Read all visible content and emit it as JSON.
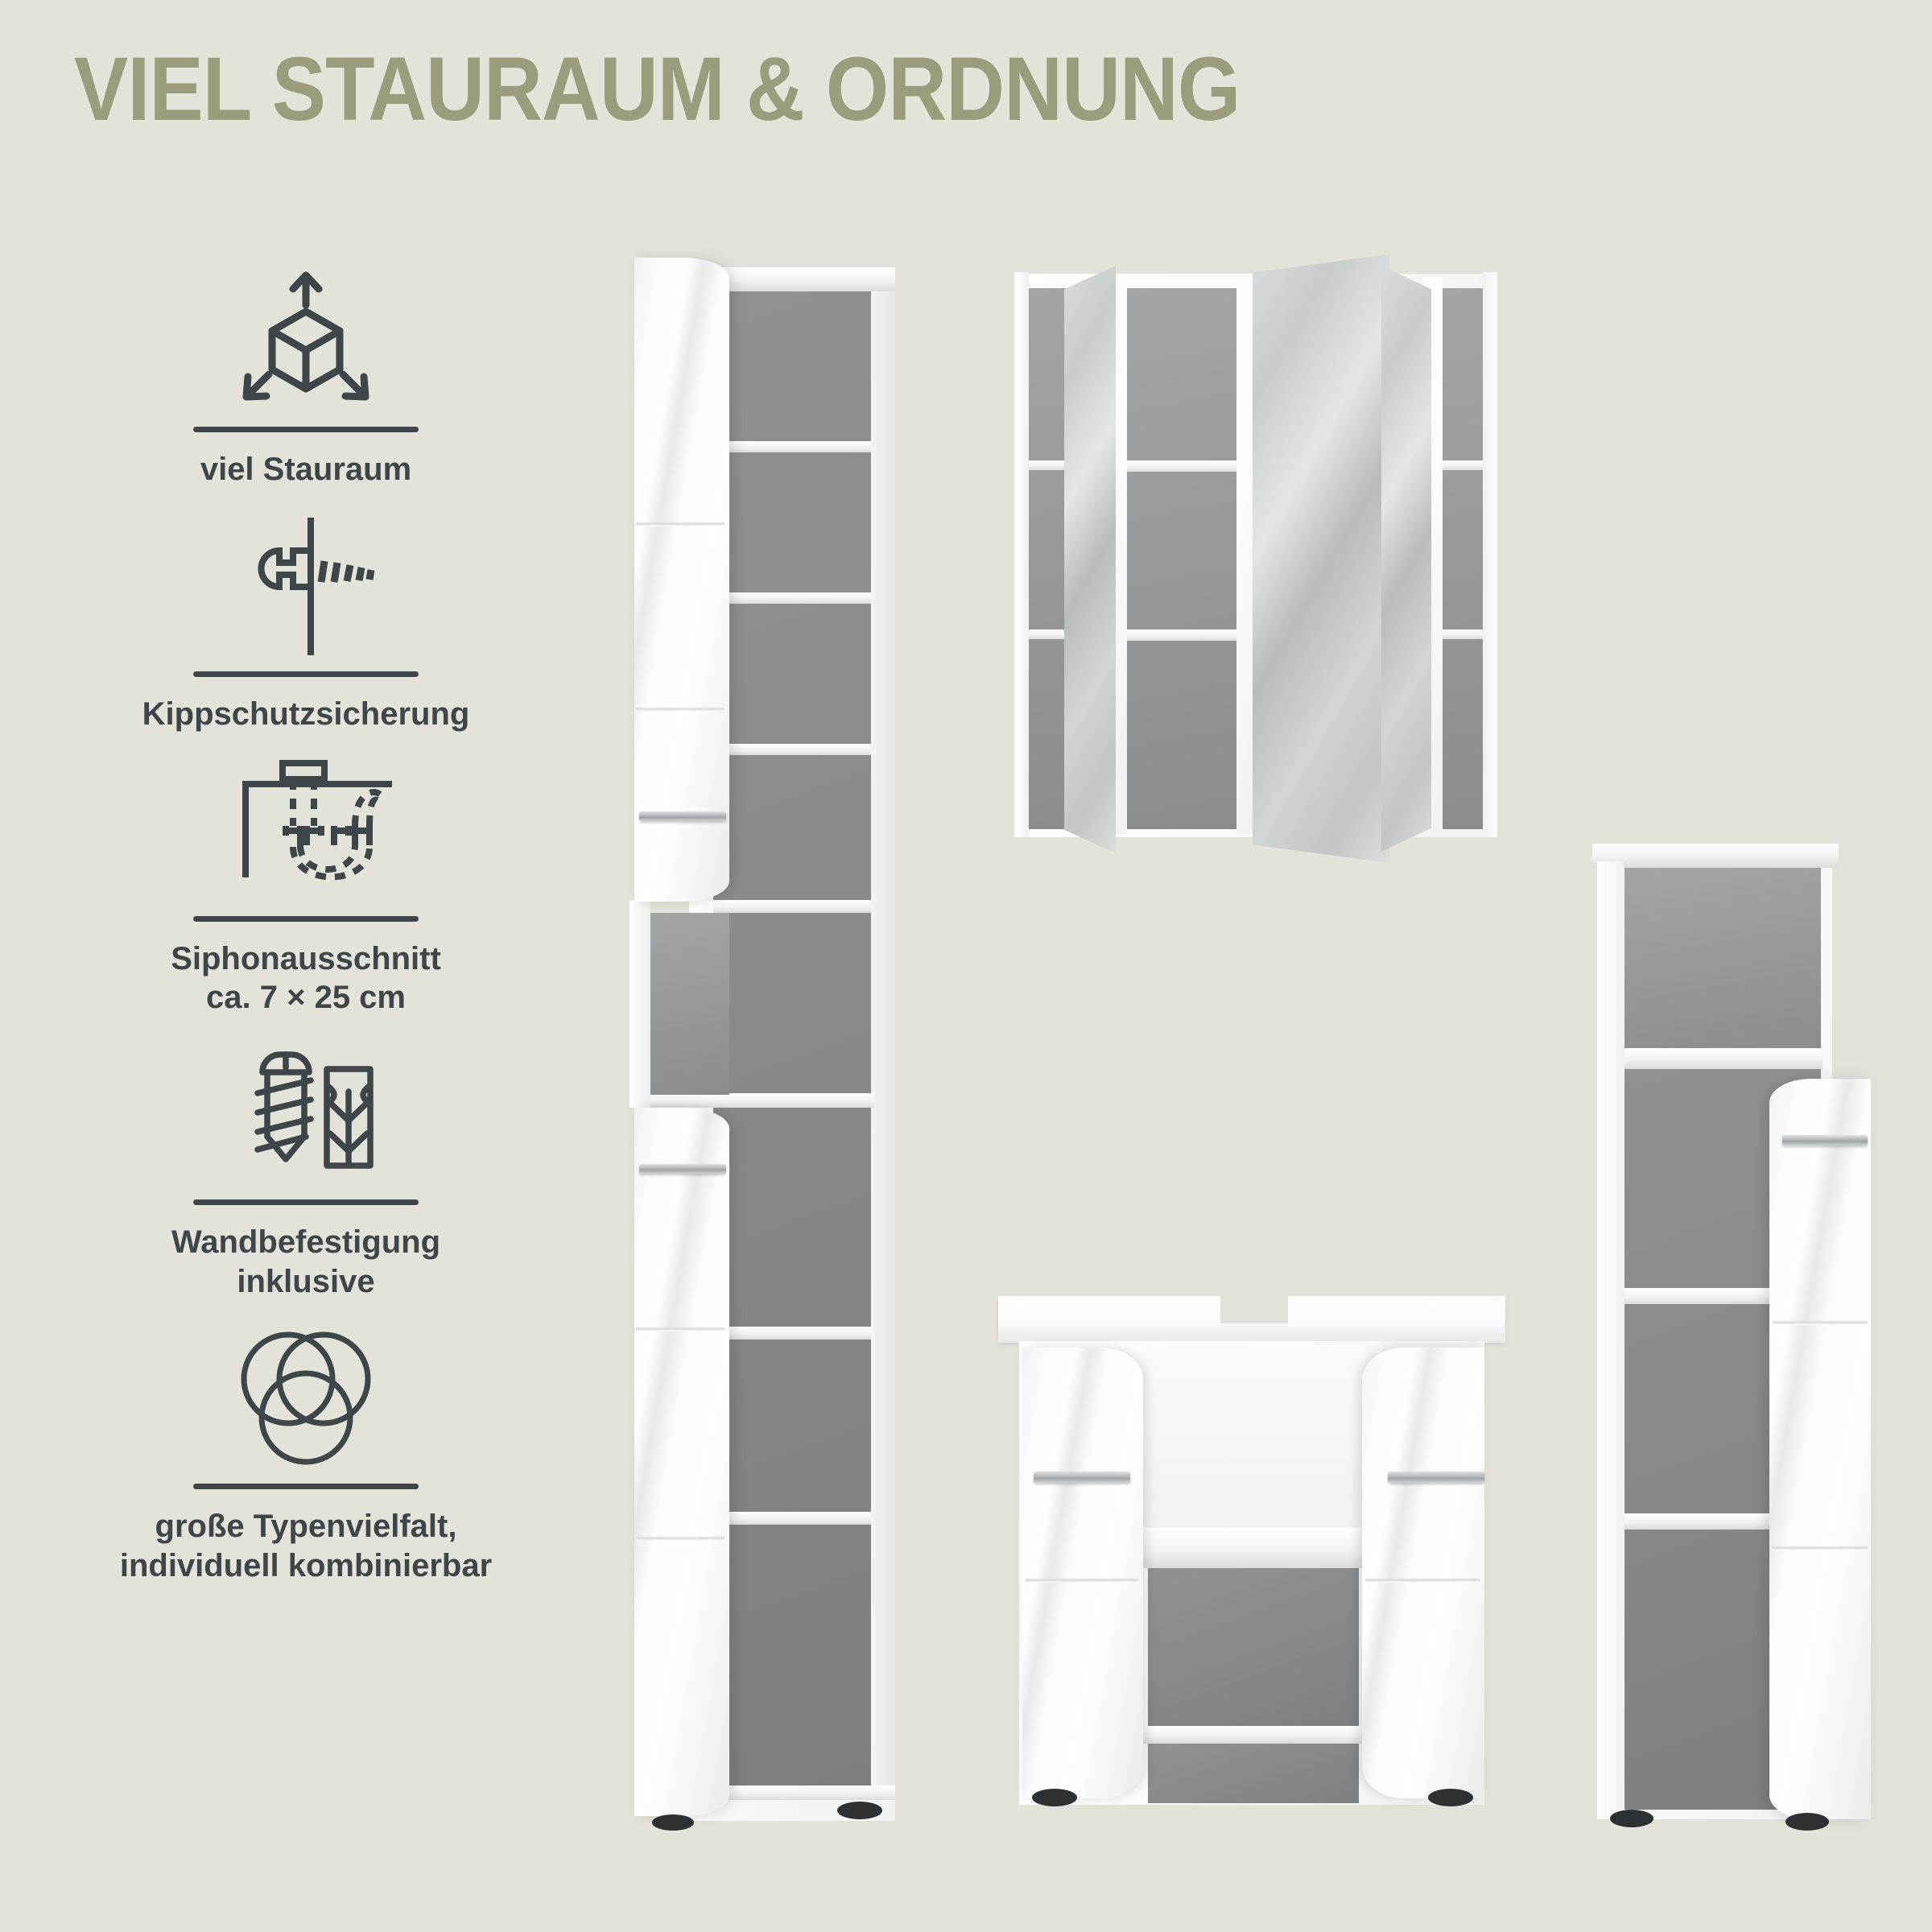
{
  "page": {
    "title": "VIEL STAURAUM & ORDNUNG",
    "background_color": "#e3e3da",
    "title_color": "#9a9c7c",
    "text_color": "#3e4649"
  },
  "features": [
    {
      "icon": "expand-cube-icon",
      "label": "viel Stauraum"
    },
    {
      "icon": "wall-anchor-icon",
      "label": "Kippschutzsicherung"
    },
    {
      "icon": "siphon-cutout-icon",
      "label": "Siphonausschnitt\nca. 7 × 25 cm"
    },
    {
      "icon": "screw-and-dowel-icon",
      "label": "Wandbefestigung\ninklusive"
    },
    {
      "icon": "three-circles-icon",
      "label": "große Typenvielfalt,\nindividuell kombinierbar"
    }
  ],
  "products": [
    {
      "name": "tall-cabinet",
      "description": "Hochschrank mit zwei Hochglanztüren und offenen Fächern"
    },
    {
      "name": "mirror-cabinet",
      "description": "Spiegelschrank mit drei geöffneten Spiegeltüren"
    },
    {
      "name": "vanity-unit",
      "description": "Waschbeckenunterschrank mit zwei Türen und Siphonausschnitt"
    },
    {
      "name": "side-cabinet",
      "description": "Midischrank mit offenem Fach und Hochglanztür"
    }
  ]
}
